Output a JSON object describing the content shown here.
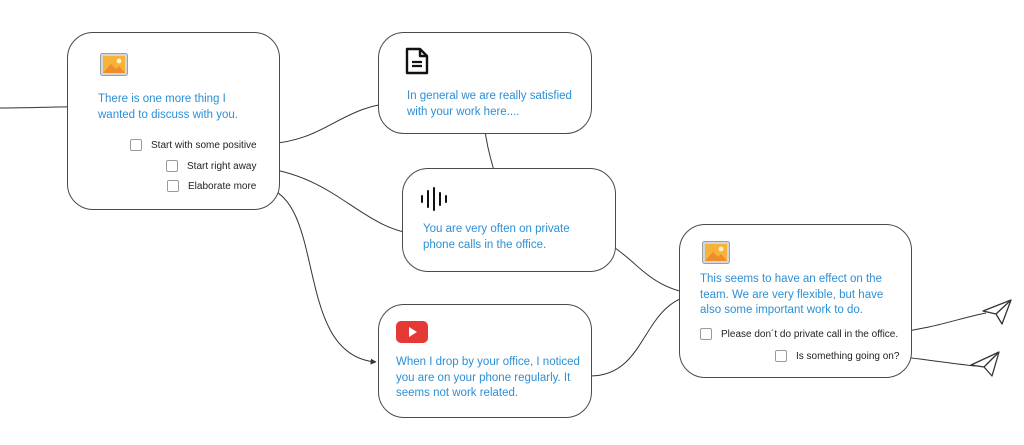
{
  "nodes": {
    "n1": {
      "text": "There is one more thing I wanted to discuss with you.",
      "choices": [
        "Start with some positive",
        "Start right away",
        "Elaborate more"
      ],
      "icon": "image-icon"
    },
    "n2": {
      "text": "In general we are really satisfied with your work here....",
      "icon": "document-icon"
    },
    "n3": {
      "text": "You are very often on private phone calls in the office.",
      "icon": "audio-waveform-icon"
    },
    "n4": {
      "text": "When I drop by your office, I noticed you are on your phone regularly. It seems not work related.",
      "icon": "youtube-video-icon"
    },
    "n5": {
      "text": "This seems to have an effect on the team. We are very flexible, but have also some important work to do.",
      "choices": [
        "Please don´t do private call in the office.",
        "Is something going on?"
      ],
      "icon": "image-icon"
    }
  },
  "end_icons": [
    "paper-plane-icon",
    "paper-plane-icon"
  ],
  "colors": {
    "text_accent": "#2d8fd5",
    "border": "#4a4a4a",
    "edge": "#333333",
    "youtube_red": "#e53935",
    "image_frame": "#9e9e9e",
    "image_sky": "#f7b23b",
    "image_hill": "#f08c2a"
  }
}
